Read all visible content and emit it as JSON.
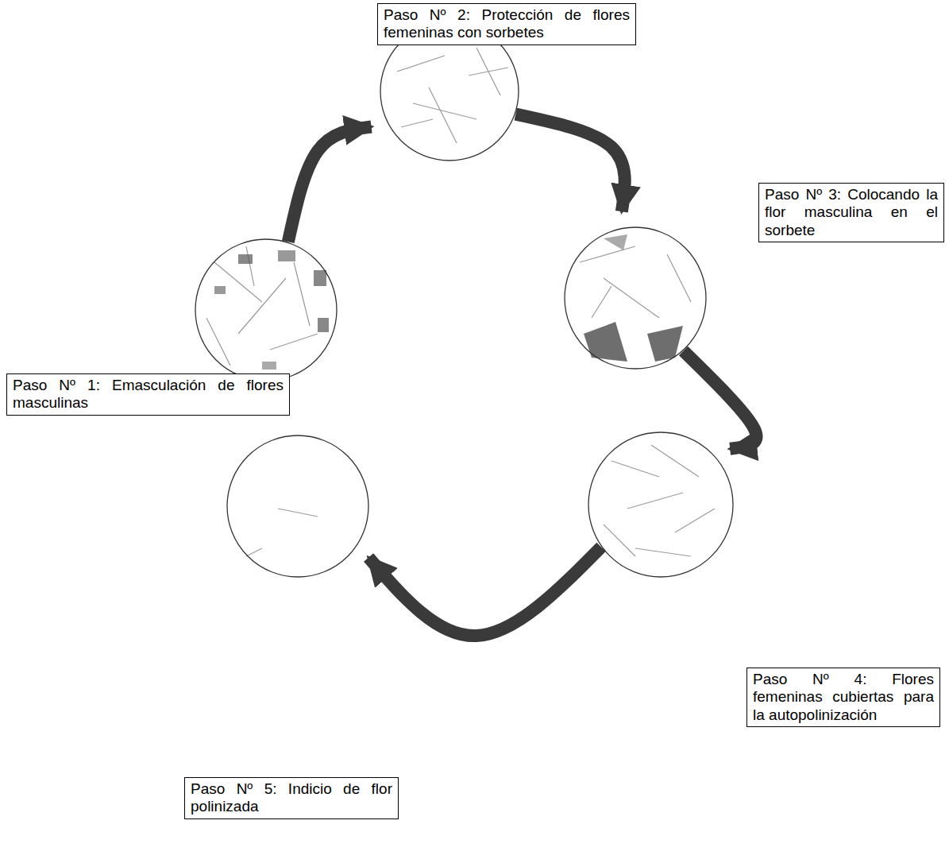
{
  "diagram": {
    "nodes": [
      {
        "text": [
          "Paso Nº 1: Emasculación de flores masculinas"
        ]
      },
      {
        "text": [
          "Paso Nº 2: Protección de flores femeninas con sorbetes"
        ]
      },
      {
        "text": [
          "Paso Nº 3: Colocando la flor masculina en el sorbete"
        ]
      },
      {
        "text": [
          "Paso Nº 4: Flores femeninas cubiertas para la autopolinización"
        ]
      },
      {
        "text": [
          "Paso Nº 5: Indicio de flor polinizada"
        ]
      }
    ],
    "edges": [
      {
        "from": 0,
        "to": 1,
        "arrow": "to"
      },
      {
        "from": 1,
        "to": 2,
        "arrow": "to"
      },
      {
        "from": 2,
        "to": 3,
        "arrow": "to"
      },
      {
        "from": 3,
        "to": 4,
        "arrow": "to"
      }
    ]
  }
}
